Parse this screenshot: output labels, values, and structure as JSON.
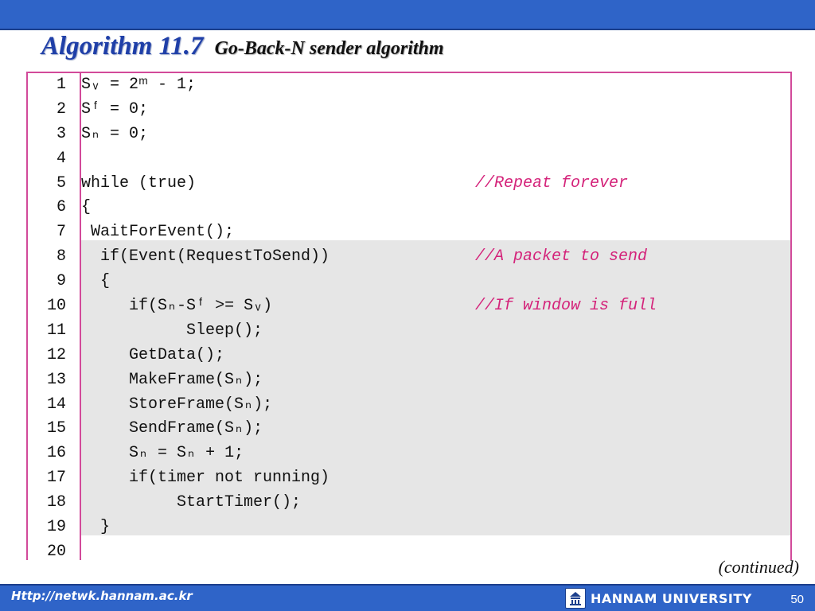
{
  "title": {
    "main": "Algorithm 11.7",
    "sub": "Go-Back-N sender algorithm"
  },
  "code": {
    "lines": [
      {
        "n": "1",
        "code": "Sᵥ = 2ᵐ - 1;",
        "comment": ""
      },
      {
        "n": "2",
        "code": "Sᶠ = 0;",
        "comment": ""
      },
      {
        "n": "3",
        "code": "Sₙ = 0;",
        "comment": ""
      },
      {
        "n": "4",
        "code": "",
        "comment": ""
      },
      {
        "n": "5",
        "code": "while (true)",
        "comment": "//Repeat forever"
      },
      {
        "n": "6",
        "code": "{",
        "comment": ""
      },
      {
        "n": "7",
        "code": " WaitForEvent();",
        "comment": ""
      },
      {
        "n": "8",
        "code": "  if(Event(RequestToSend))",
        "comment": "//A packet to send"
      },
      {
        "n": "9",
        "code": "  {",
        "comment": ""
      },
      {
        "n": "10",
        "code": "     if(Sₙ-Sᶠ >= Sᵥ)",
        "comment": "//If window is full"
      },
      {
        "n": "11",
        "code": "           Sleep();",
        "comment": ""
      },
      {
        "n": "12",
        "code": "     GetData();",
        "comment": ""
      },
      {
        "n": "13",
        "code": "     MakeFrame(Sₙ);",
        "comment": ""
      },
      {
        "n": "14",
        "code": "     StoreFrame(Sₙ);",
        "comment": ""
      },
      {
        "n": "15",
        "code": "     SendFrame(Sₙ);",
        "comment": ""
      },
      {
        "n": "16",
        "code": "     Sₙ = Sₙ + 1;",
        "comment": ""
      },
      {
        "n": "17",
        "code": "     if(timer not running)",
        "comment": ""
      },
      {
        "n": "18",
        "code": "          StartTimer();",
        "comment": ""
      },
      {
        "n": "19",
        "code": "  }",
        "comment": ""
      },
      {
        "n": "20",
        "code": "",
        "comment": ""
      }
    ]
  },
  "continued_label": "(continued)",
  "footer": {
    "url": "Http://netwk.hannam.ac.kr",
    "university": "HANNAM  UNIVERSITY",
    "page_number": "50"
  }
}
